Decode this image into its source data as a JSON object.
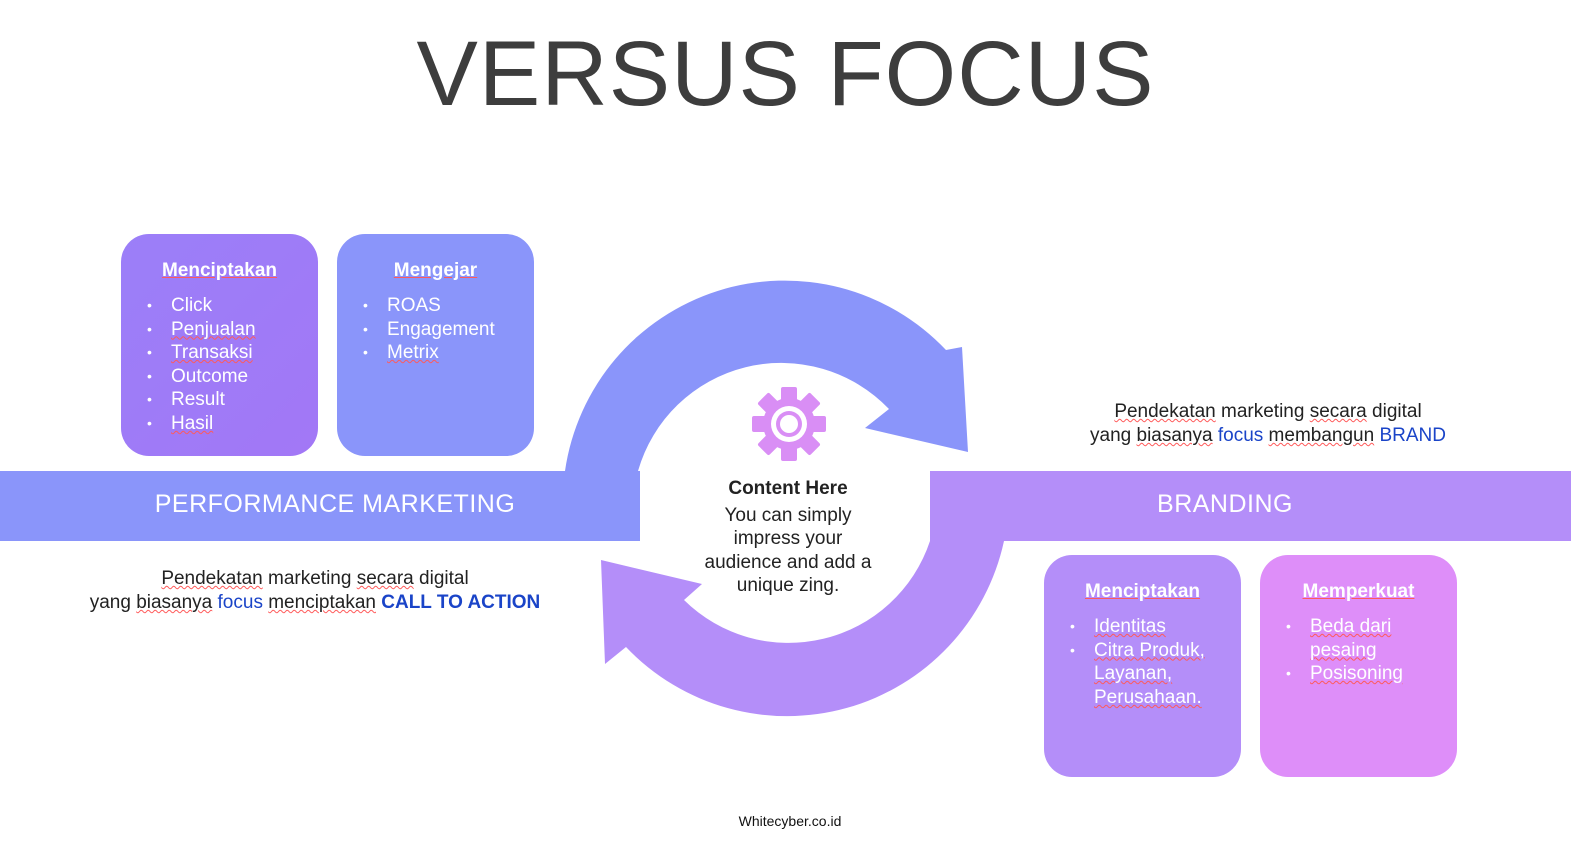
{
  "title": "VERSUS FOCUS",
  "left_band": {
    "label": "PERFORMANCE MARKETING"
  },
  "right_band": {
    "label": "BRANDING"
  },
  "center": {
    "title": "Content  Here",
    "body": "You can simply impress your audience and add a unique zing."
  },
  "cards": {
    "menciptakan_left": {
      "heading": "Menciptakan",
      "items": [
        "Click",
        "Penjualan",
        "Transaksi",
        "Outcome",
        "Result",
        "Hasil"
      ]
    },
    "mengejar": {
      "heading": "Mengejar",
      "items": [
        "ROAS",
        "Engagement",
        "Metrix"
      ]
    },
    "menciptakan_right": {
      "heading": "Menciptakan",
      "items": [
        "Identitas",
        "Citra Produk, Layanan, Perusahaan."
      ]
    },
    "memperkuat": {
      "heading": "Memperkuat",
      "items": [
        "Beda dari pesaing",
        "Posisoning"
      ]
    }
  },
  "desc_left": {
    "line1_a": "Pendekatan",
    "line1_b": " marketing ",
    "line1_c": "secara",
    "line1_d": " digital",
    "line2_a": "yang ",
    "line2_b": "biasanya",
    "line2_c": "focus",
    "line2_d": "menciptakan",
    "line2_e": "CALL  TO ACTION"
  },
  "desc_right": {
    "line1_a": "Pendekatan",
    "line1_b": " marketing ",
    "line1_c": "secara",
    "line1_d": " digital",
    "line2_a": "yang ",
    "line2_b": "biasanya",
    "line2_c": "focus",
    "line2_d": "membangun",
    "line2_e": "BRAND"
  },
  "footer": "Whitecyber.co.id",
  "colors": {
    "blue_violet": "#8a95fa",
    "lavender": "#b48ef9",
    "pink_violet": "#de8ef9",
    "gear": "#d98ef5",
    "accent_blue": "#1a44c8",
    "title": "#3d3d3d"
  },
  "icons": {
    "center": "gear-icon"
  }
}
